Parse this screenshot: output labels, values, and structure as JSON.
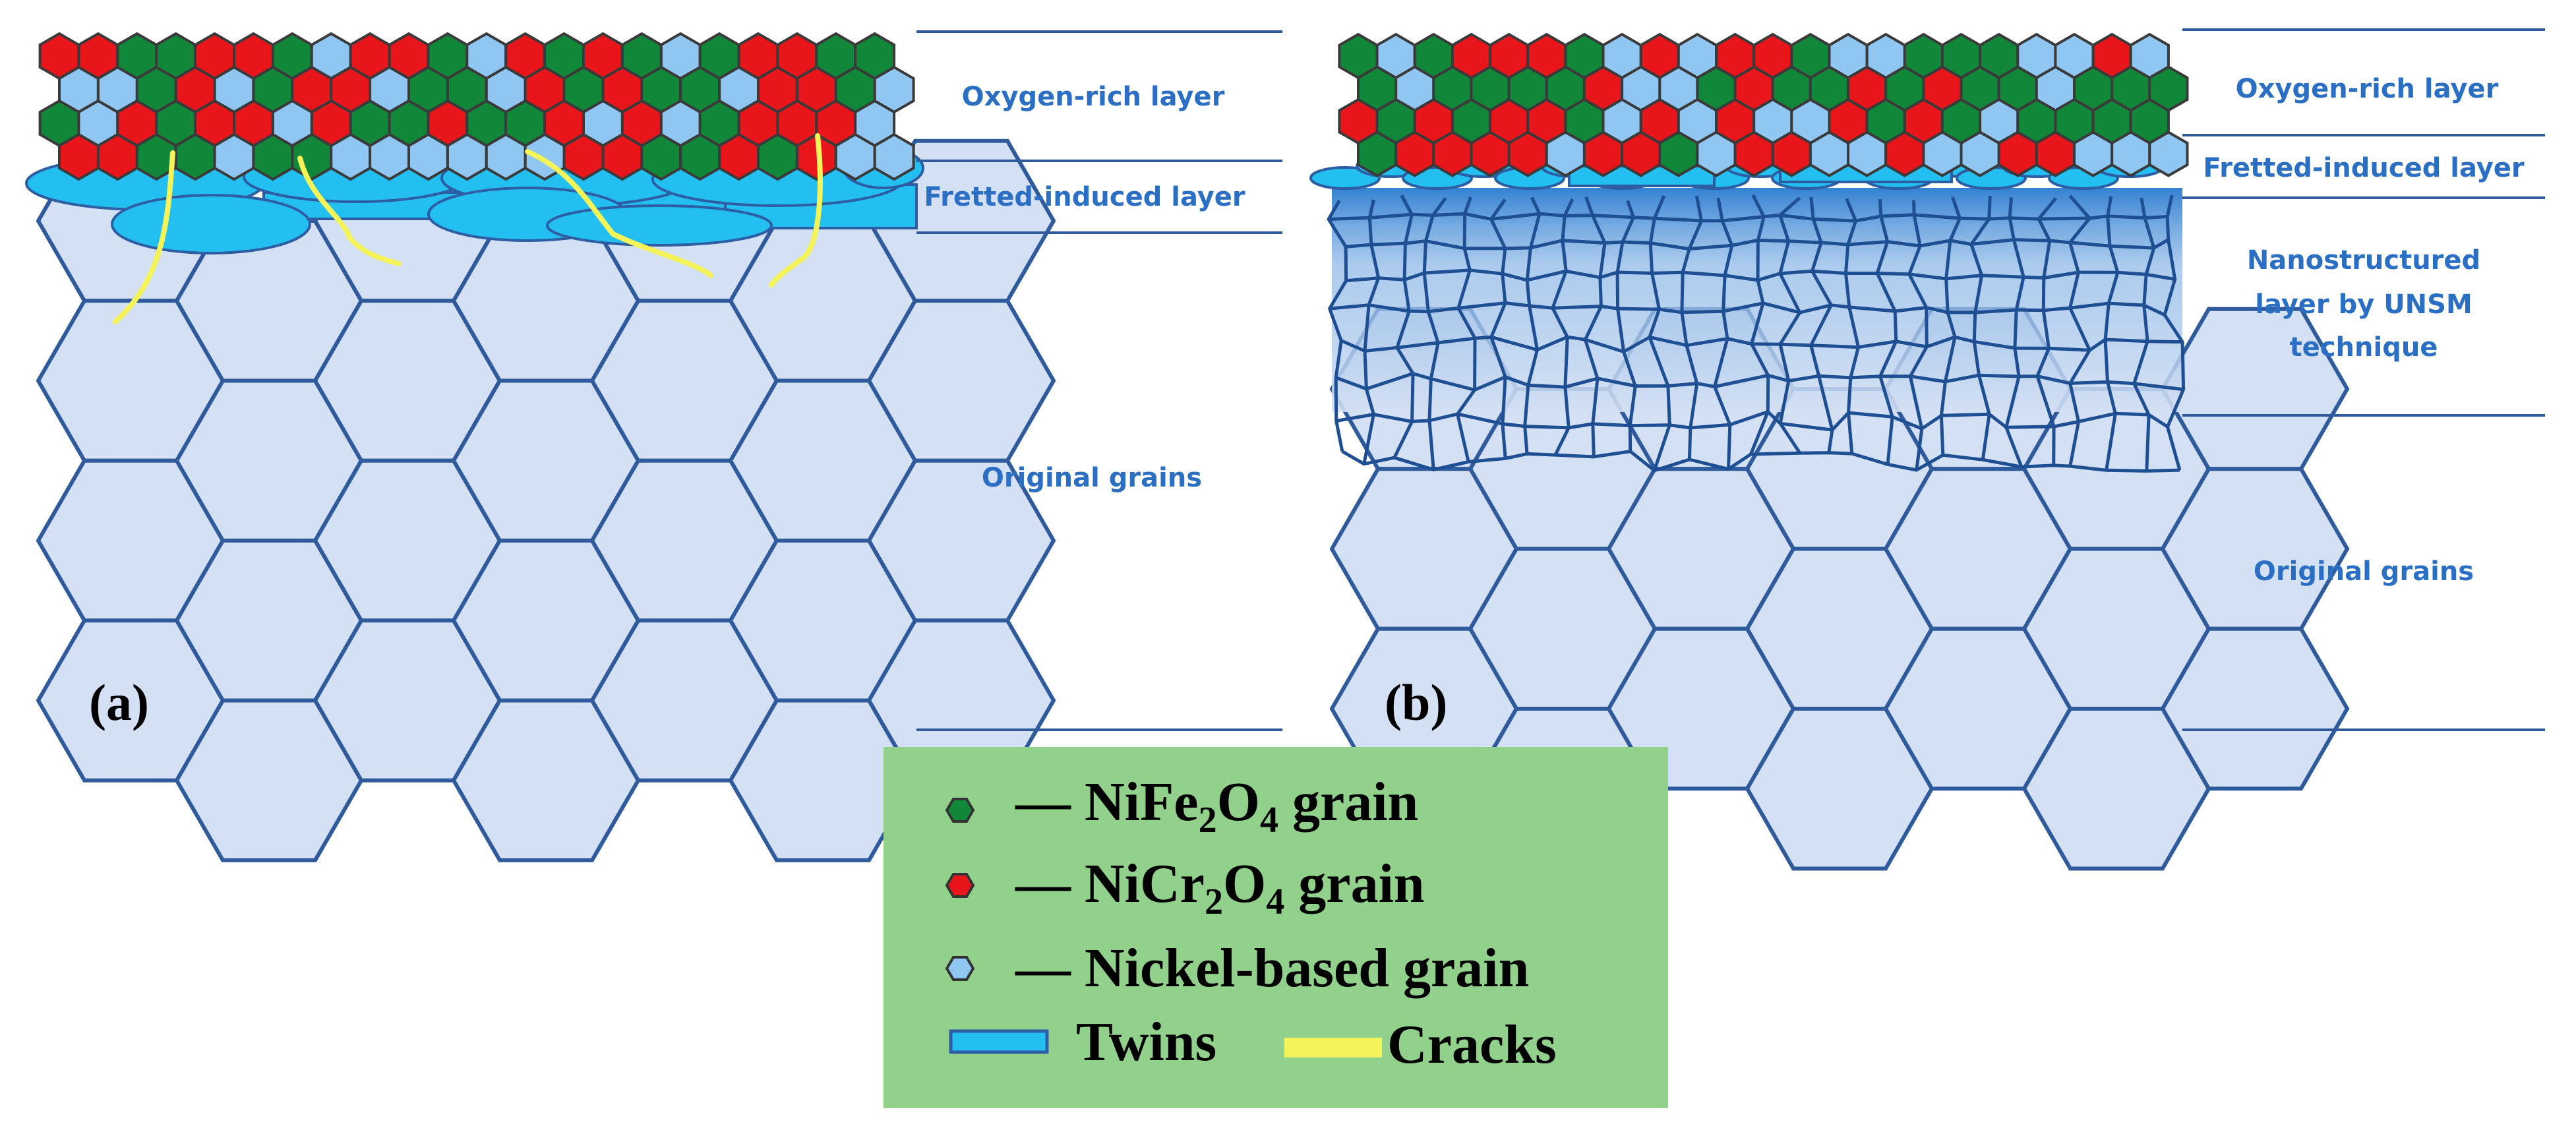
{
  "colors": {
    "ni_fe2o4": "#11873a",
    "ni_cr2o4": "#e8151b",
    "nickel": "#8fc6f2",
    "grain_fill": "#d4e0f3",
    "grain_stroke": "#2f5b9c",
    "twin_fill": "#22bff0",
    "twin_stroke": "#2d5da3",
    "crack": "#f4f45a",
    "legend_bg": "#92d18b",
    "label_blue": "#2b6fc4"
  },
  "panel_a": {
    "label": "(a)",
    "layers": {
      "oxygen_rich": "Oxygen-rich layer",
      "fretted_induced": "Fretted-induced layer",
      "original_grains": "Original grains"
    }
  },
  "panel_b": {
    "label": "(b)",
    "layers": {
      "oxygen_rich": "Oxygen-rich layer",
      "fretted_induced": "Fretted-induced layer",
      "nanostructured_line1": "Nanostructured",
      "nanostructured_line2": "layer by UNSM",
      "nanostructured_line3": "technique",
      "original_grains": "Original grains"
    }
  },
  "legend": {
    "dash": "—",
    "nife2o4": {
      "prefix": "NiFe",
      "sub1": "2",
      "mid": "O",
      "sub2": "4",
      "suffix": " grain",
      "icon": "green-hexagon-icon"
    },
    "nicr2o4": {
      "prefix": "NiCr",
      "sub1": "2",
      "mid": "O",
      "sub2": "4",
      "suffix": " grain",
      "icon": "red-hexagon-icon"
    },
    "nickel": {
      "text": "Nickel-based grain",
      "icon": "blue-hexagon-icon"
    },
    "twins": {
      "text": "Twins",
      "icon": "twin-bar-icon"
    },
    "cracks": {
      "text": "Cracks",
      "icon": "crack-bar-icon"
    }
  }
}
